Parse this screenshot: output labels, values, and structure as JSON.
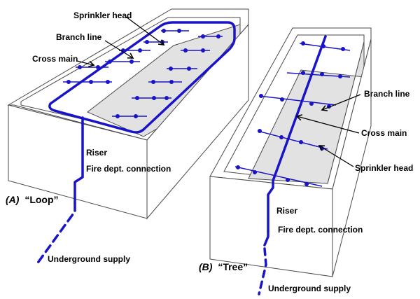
{
  "colors": {
    "pipe": "#1a14c8",
    "outline": "#4a4a4a",
    "floor_shade": "#e2e2e2",
    "arrow": "#000000",
    "text": "#000000"
  },
  "loop": {
    "caption_letter": "(A)",
    "caption_name": "“Loop”",
    "labels": {
      "sprinkler_head": "Sprinkler head",
      "branch_line": "Branch line",
      "cross_main": "Cross main",
      "riser": "Riser",
      "fire_dept_connection": "Fire dept. connection",
      "underground_supply": "Underground supply"
    }
  },
  "tree": {
    "caption_letter": "(B)",
    "caption_name": "“Tree”",
    "labels": {
      "branch_line": "Branch line",
      "cross_main": "Cross main",
      "sprinkler_head": "Sprinkler head",
      "riser": "Riser",
      "fire_dept_connection": "Fire dept. connection",
      "underground_supply": "Underground supply"
    }
  }
}
